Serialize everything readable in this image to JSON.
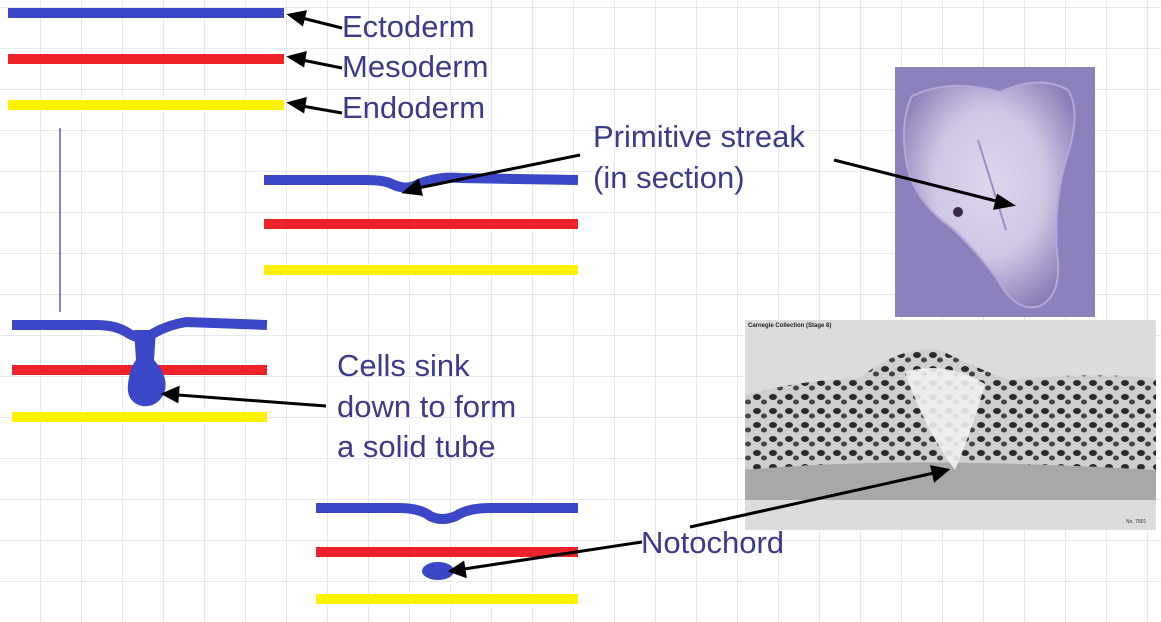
{
  "legend": {
    "ectoderm": "Ectoderm",
    "mesoderm": "Mesoderm",
    "endoderm": "Endoderm"
  },
  "labels": {
    "primitive_streak_line1": "Primitive streak",
    "primitive_streak_line2": "(in section)",
    "cells_sink_line1": "Cells sink",
    "cells_sink_line2": "down to form",
    "cells_sink_line3": "a solid tube",
    "notochord": "Notochord"
  },
  "micrograph": {
    "caption": "Carnegie Collection (Stage 8)",
    "number": "No. 7801"
  },
  "colors": {
    "ectoderm": "#3b47c6",
    "mesoderm": "#ee2229",
    "endoderm": "#fff200",
    "text": "#3b3b8c",
    "arrow": "#000000"
  }
}
